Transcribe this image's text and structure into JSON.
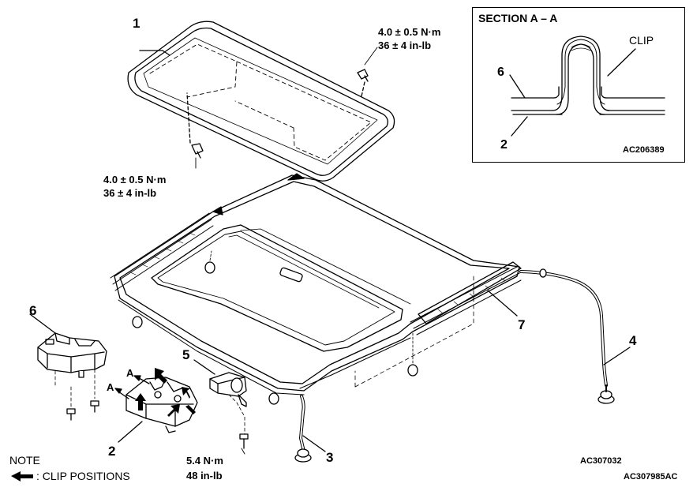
{
  "part_numbers": {
    "p1": "1",
    "p2": "2",
    "p3": "3",
    "p4": "4",
    "p5": "5",
    "p6": "6",
    "p7": "7"
  },
  "torques": {
    "glass_top_nm": "4.0 ± 0.5 N·m",
    "glass_top_inlb": "36 ± 4 in-lb",
    "glass_left_nm": "4.0 ± 0.5 N·m",
    "glass_left_inlb": "36 ± 4 in-lb",
    "motor_nm": "5.4 N·m",
    "motor_inlb": "48 in-lb"
  },
  "section": {
    "title": "SECTION A – A",
    "clip_label": "CLIP",
    "part_6": "6",
    "part_2": "2",
    "code": "AC206389"
  },
  "arrow_marks": {
    "a1": "A",
    "a2": "A"
  },
  "note": {
    "title": "NOTE",
    "legend": ": CLIP POSITIONS"
  },
  "codes": {
    "c1": "AC307032",
    "c2": "AC307985AC"
  }
}
